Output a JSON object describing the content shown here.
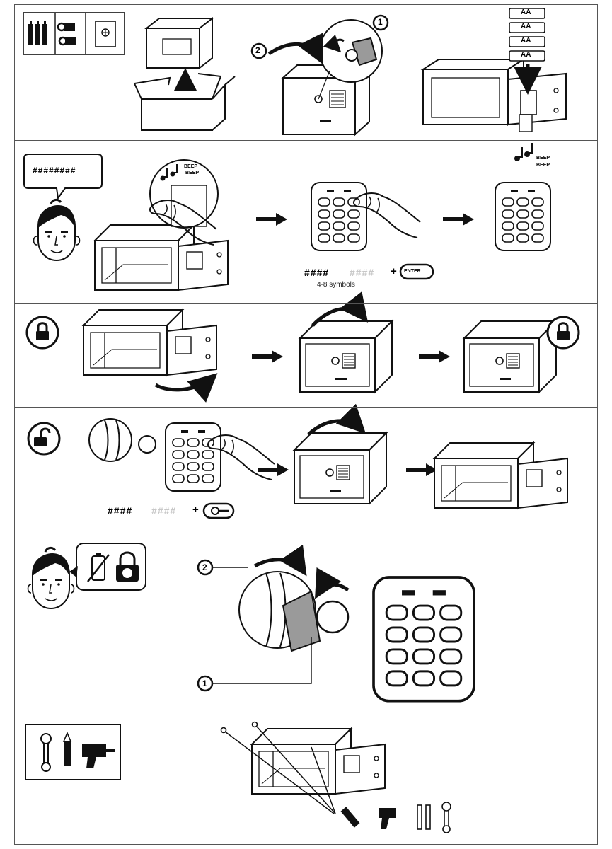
{
  "steps": [
    {
      "id": 1,
      "labels": {
        "battery": "AA"
      }
    },
    {
      "id": 2,
      "labels": {
        "bubble": "########",
        "beep": "BEEP",
        "code_entered": "####",
        "code_optional": "####",
        "plus": "+",
        "enter": "ENTER",
        "hint": "4-8 symbols"
      }
    },
    {
      "id": 3,
      "labels": {}
    },
    {
      "id": 4,
      "labels": {
        "code_entered": "####",
        "code_optional": "####",
        "plus": "+"
      }
    },
    {
      "id": 5,
      "labels": {}
    },
    {
      "id": 6,
      "labels": {}
    }
  ],
  "callouts": [
    "1",
    "2"
  ],
  "icons": [
    "battery-pack-icon",
    "key-icon",
    "safe-front-icon",
    "lock-closed-icon",
    "lock-open-icon",
    "no-battery-icon",
    "padlock-question-icon",
    "wrench-icon",
    "pencil-icon",
    "drill-icon",
    "bolt-icon",
    "arrow-right-icon"
  ],
  "colors": {
    "ink": "#111111",
    "panel_border": "#555555",
    "key_fill": "#9a9a9a",
    "bg": "#ffffff"
  }
}
